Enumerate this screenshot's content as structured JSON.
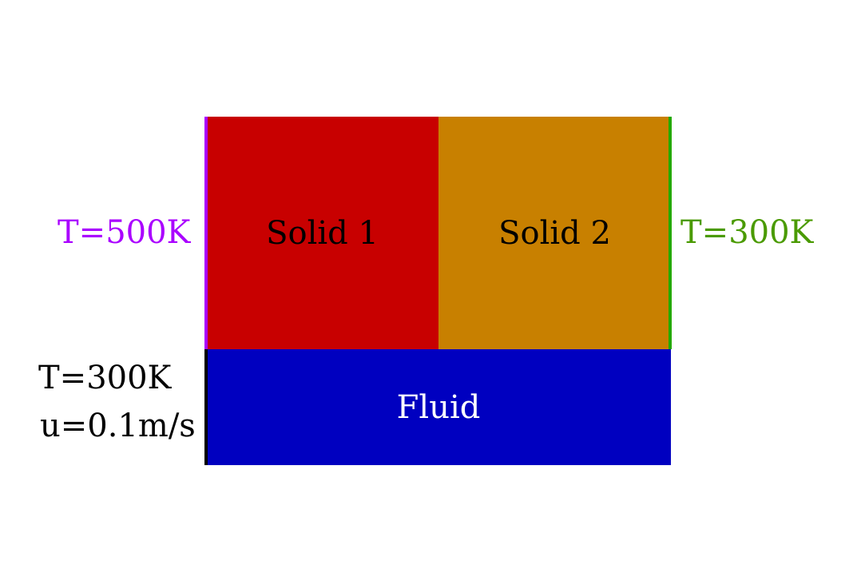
{
  "regions": {
    "solid1": {
      "label": "Solid 1",
      "fill": "#c80000",
      "text_color": "#000000"
    },
    "solid2": {
      "label": "Solid 2",
      "fill": "#c88000",
      "text_color": "#000000"
    },
    "fluid": {
      "label": "Fluid",
      "fill": "#0000c0",
      "text_color": "#ffffff"
    }
  },
  "boundaries": {
    "left": {
      "text": "T=500K",
      "color": "#aa00ff"
    },
    "right": {
      "text": "T=300K",
      "color": "#4a9a00",
      "edge_color": "#22aa00"
    },
    "inlet": {
      "temperature": "T=300K",
      "velocity": "u=0.1m/s",
      "color": "#000000"
    }
  }
}
